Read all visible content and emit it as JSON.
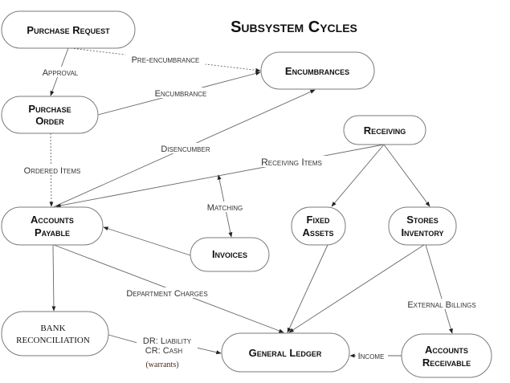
{
  "title": "Subsystem Cycles",
  "nodes": {
    "purchase_request": "Purchase Request",
    "encumbrances": "Encumbrances",
    "purchase_order": [
      "Purchase",
      "Order"
    ],
    "receiving": "Receiving",
    "accounts_payable": [
      "Accounts",
      "Payable"
    ],
    "fixed_assets": [
      "Fixed",
      "Assets"
    ],
    "stores_inventory": [
      "Stores",
      "Inventory"
    ],
    "invoices": "Invoices",
    "bank_reconciliation": [
      "BANK",
      "RECONCILIATION"
    ],
    "general_ledger": "General Ledger",
    "accounts_receivable": [
      "Accounts",
      "Receivable"
    ]
  },
  "edges": {
    "approval": "Approval",
    "pre_encumbrance": "Pre-encumbrance",
    "encumbrance": "Encumbrance",
    "ordered_items": "Ordered Items",
    "disencumber": "Disencumber",
    "receiving_items": "Receiving Items",
    "matching": "Matching",
    "department_charges": "Department Charges",
    "external_billings": "External Billings",
    "income": "Income",
    "dr_liability": "DR:  Liability",
    "cr_cash": "CR:  Cash",
    "warrants": "(warrants)"
  }
}
